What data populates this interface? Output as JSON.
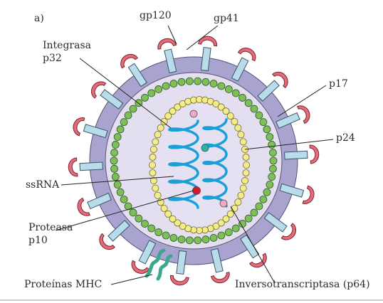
{
  "figure": {
    "panel_letter": "a)",
    "labels": {
      "gp120": "gp120",
      "gp41": "gp41",
      "integrasa_1": "Integrasa",
      "integrasa_2": "p32",
      "p17": "p17",
      "p24": "p24",
      "ssrna": "ssRNA",
      "proteasa_1": "Proteasa",
      "proteasa_2": "p10",
      "mhc": "Proteínas MHC",
      "inverso": "Inversotranscriptasa (p64)"
    },
    "colors": {
      "envelope": "#a9a3cf",
      "envelope_stroke": "#555577",
      "interior": "#e3def0",
      "matrix_bead": "#7fbf5a",
      "capsid_bead": "#f4ec8c",
      "capsid_interior": "#e6e1f2",
      "rna": "#1a9fd6",
      "stem": "#b9dcea",
      "cap": "#e56b78",
      "integrase": "#2bb3a3",
      "protease": "#d8182f",
      "rt": "#f2a9c0",
      "mhc": "#3aa891"
    }
  }
}
